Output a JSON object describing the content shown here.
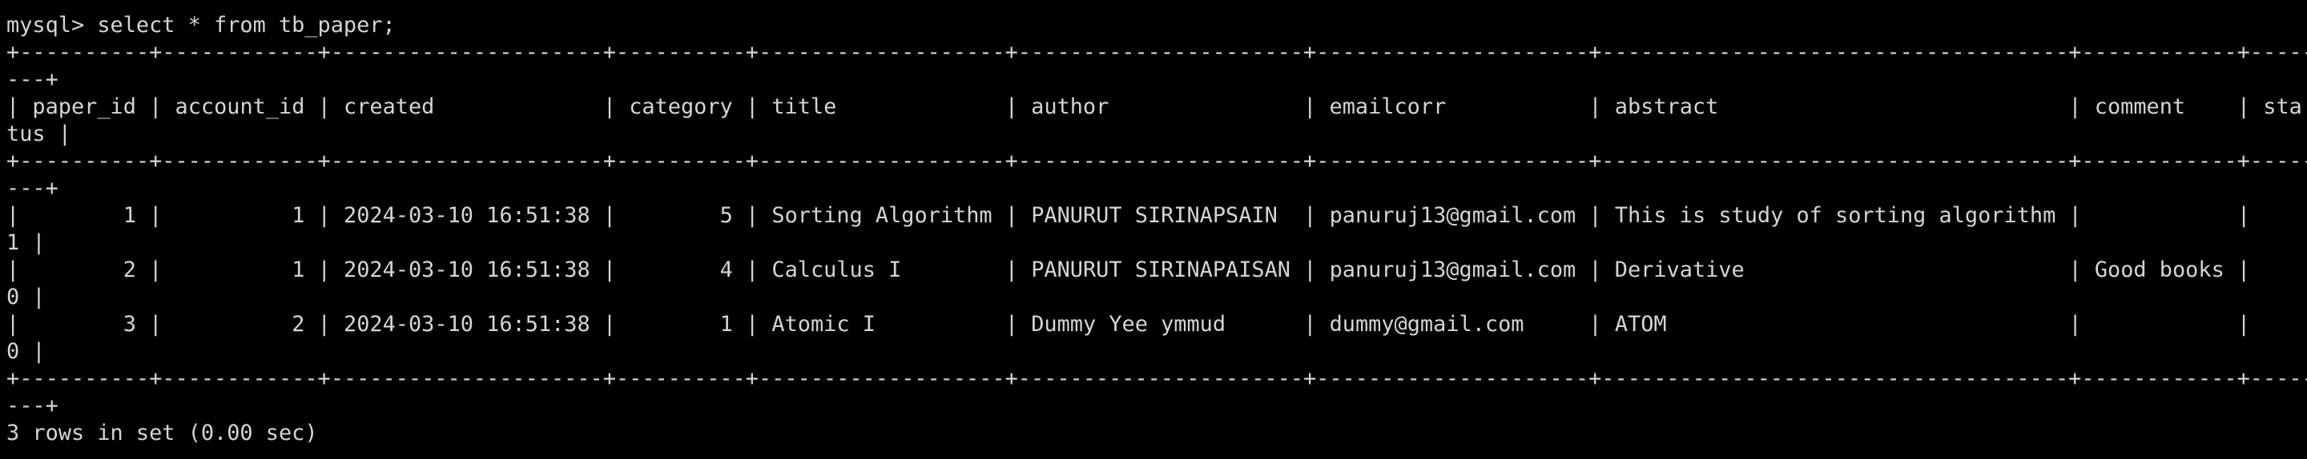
{
  "terminal": {
    "prompt": "mysql> ",
    "command": "select * from tb_paper;",
    "footer": "3 rows in set (0.00 sec)"
  },
  "table": {
    "columns": [
      "paper_id",
      "account_id",
      "created",
      "category",
      "title",
      "author",
      "emailcorr",
      "abstract",
      "comment",
      "status"
    ],
    "numeric": [
      true,
      true,
      false,
      true,
      false,
      false,
      false,
      false,
      false,
      true
    ],
    "rows": [
      [
        "1",
        "1",
        "2024-03-10 16:51:38",
        "5",
        "Sorting Algorithm",
        "PANURUT SIRINAPSAIN",
        "panuruj13@gmail.com",
        "This is study of sorting algorithm",
        "",
        "1"
      ],
      [
        "2",
        "1",
        "2024-03-10 16:51:38",
        "4",
        "Calculus I",
        "PANURUT SIRINAPAISAN",
        "panuruj13@gmail.com",
        "Derivative",
        "Good books",
        "0"
      ],
      [
        "3",
        "2",
        "2024-03-10 16:51:38",
        "1",
        "Atomic I",
        "Dummy Yee ymmud",
        "dummy@gmail.com",
        "ATOM",
        "",
        "0"
      ]
    ]
  }
}
